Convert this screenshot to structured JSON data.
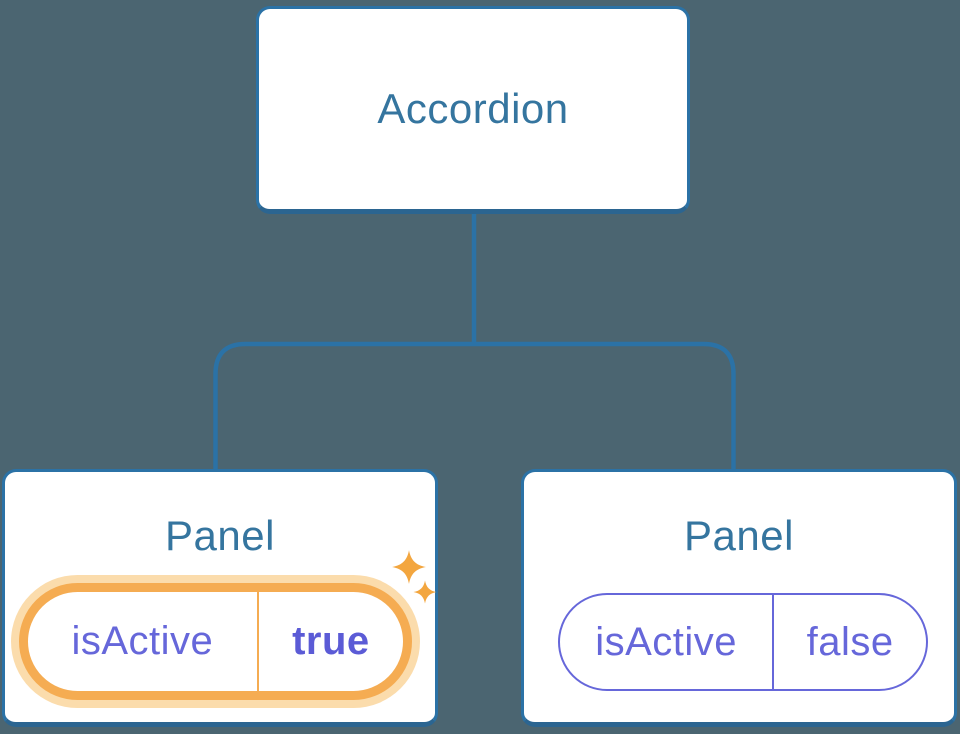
{
  "diagram": {
    "root": {
      "label": "Accordion"
    },
    "panels": [
      {
        "title": "Panel",
        "state": {
          "key": "isActive",
          "value": "true"
        },
        "highlighted": true,
        "icon": "sparkles-icon"
      },
      {
        "title": "Panel",
        "state": {
          "key": "isActive",
          "value": "false"
        },
        "highlighted": false
      }
    ]
  },
  "colors": {
    "background": "#4B6571",
    "node-bg": "#FFFFFF",
    "line-blue": "#2B72A6",
    "line-blue-dark": "#2B6591",
    "title-blue": "#35759F",
    "state-purple": "#6667DA",
    "state-purple-bold": "#5B5BD6",
    "highlight-orange": "#F5AC52",
    "highlight-halo": "#FBDCAC",
    "sparkle-orange": "#F3A63F"
  }
}
